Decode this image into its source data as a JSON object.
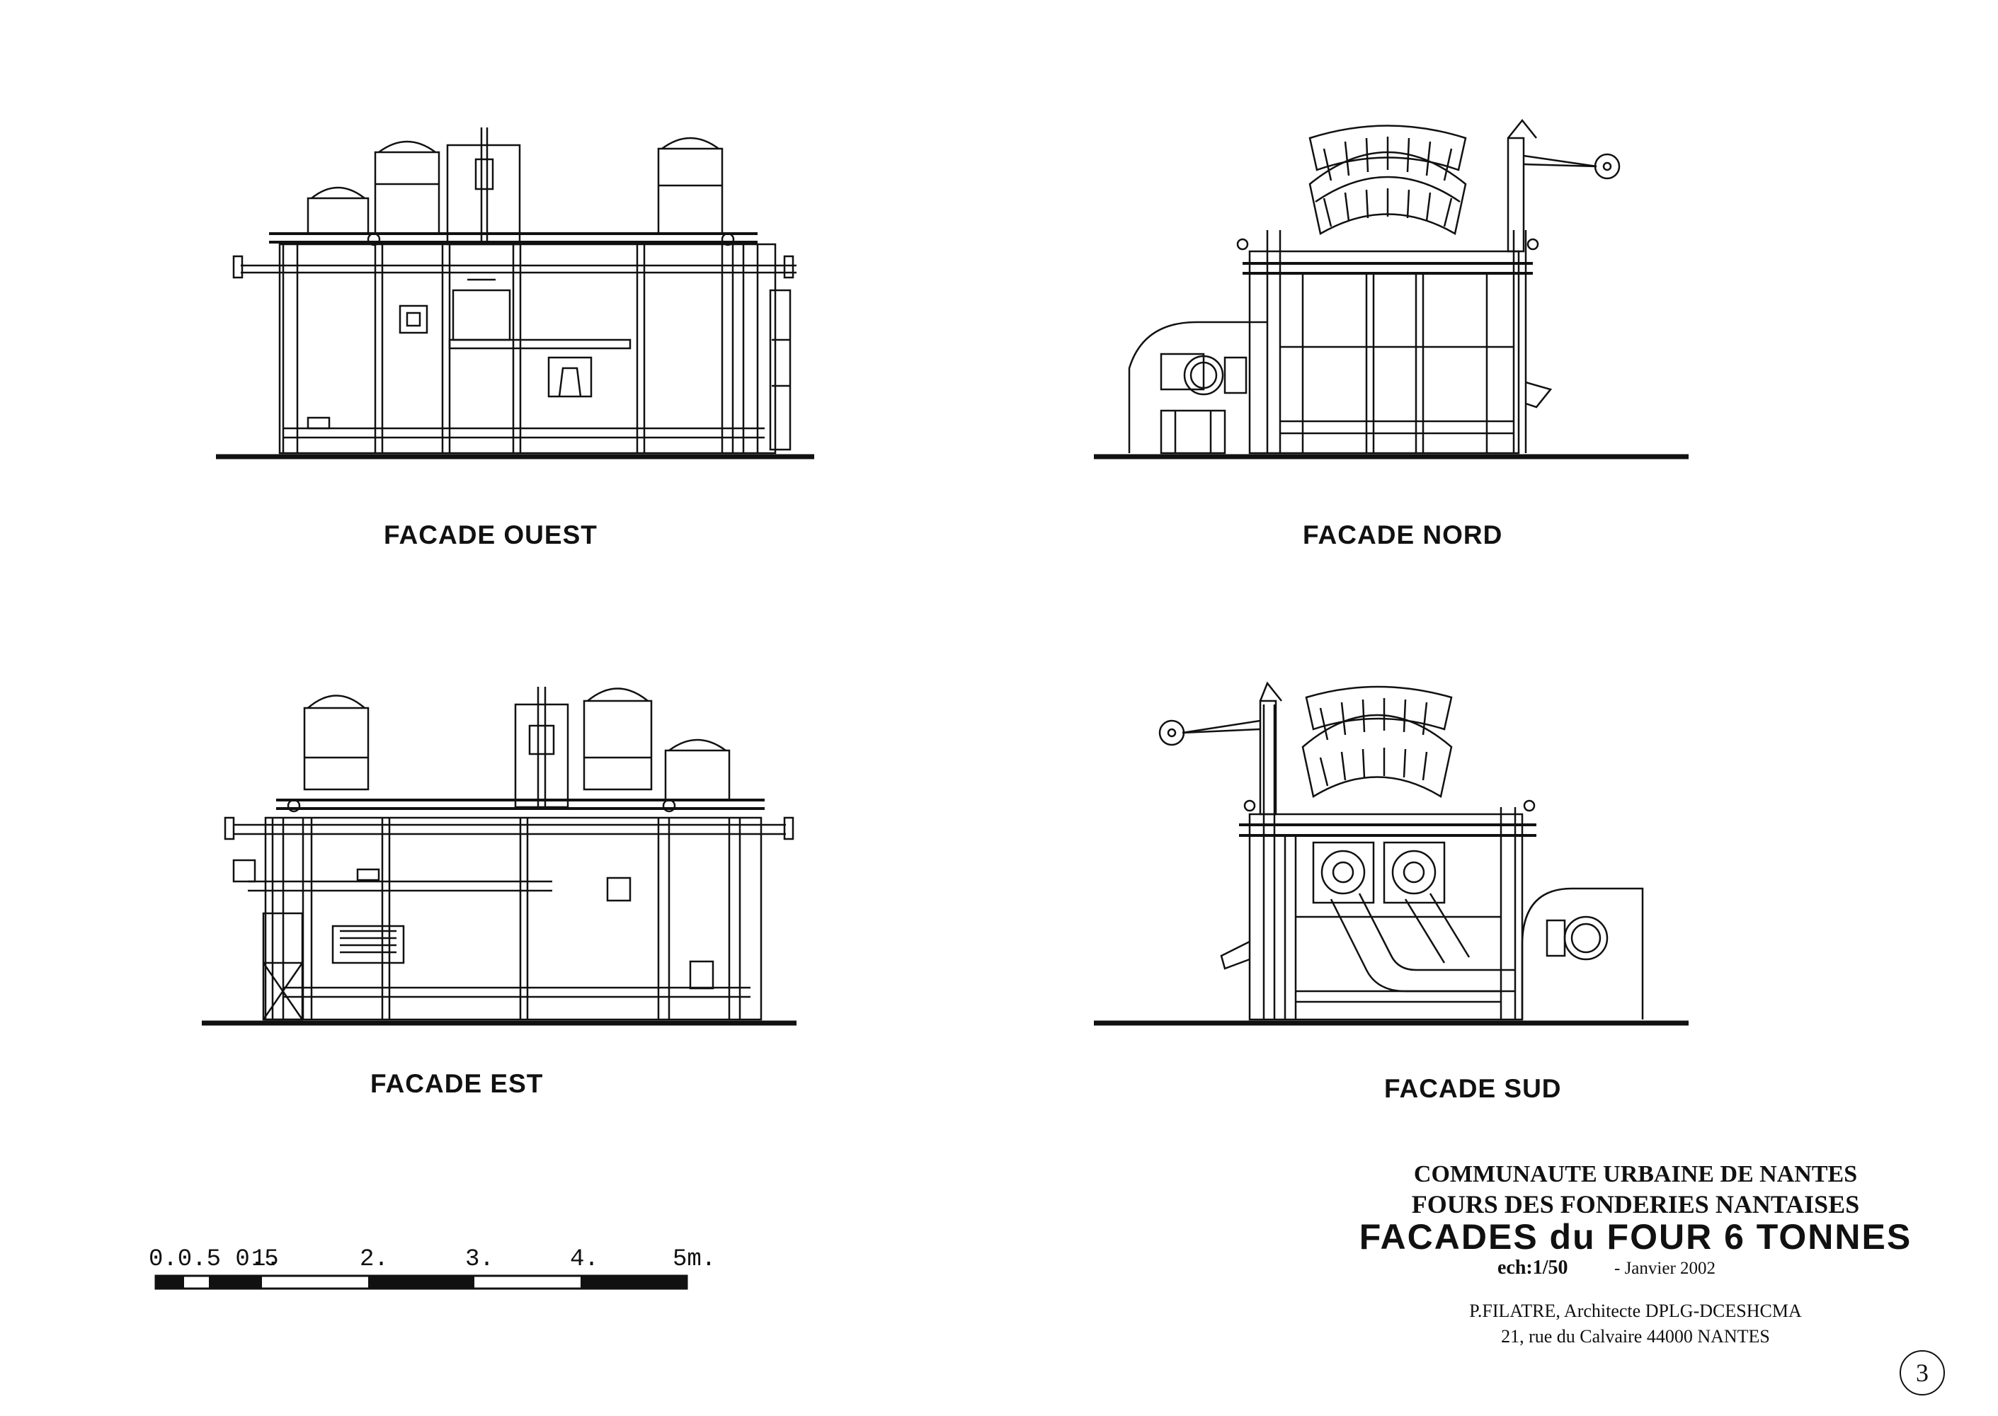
{
  "views": {
    "ouest": "FACADE  OUEST",
    "nord": "FACADE NORD",
    "est": "FACADE EST",
    "sud": "FACADE SUD"
  },
  "title_block": {
    "organization": "COMMUNAUTE URBAINE DE NANTES",
    "project": "FOURS DES FONDERIES NANTAISES",
    "title": "FACADES  du FOUR  6 TONNES",
    "scale": "ech:1/50",
    "date": "-  Janvier 2002",
    "author": "P.FILATRE,    Architecte DPLG-DCESHCMA",
    "address": "21, rue du Calvaire 44000 NANTES"
  },
  "scale_bar": {
    "labels": [
      "0.0.5 0.5",
      "1.",
      "2.",
      "3.",
      "4.",
      "5m."
    ]
  },
  "sheet_number": "3"
}
